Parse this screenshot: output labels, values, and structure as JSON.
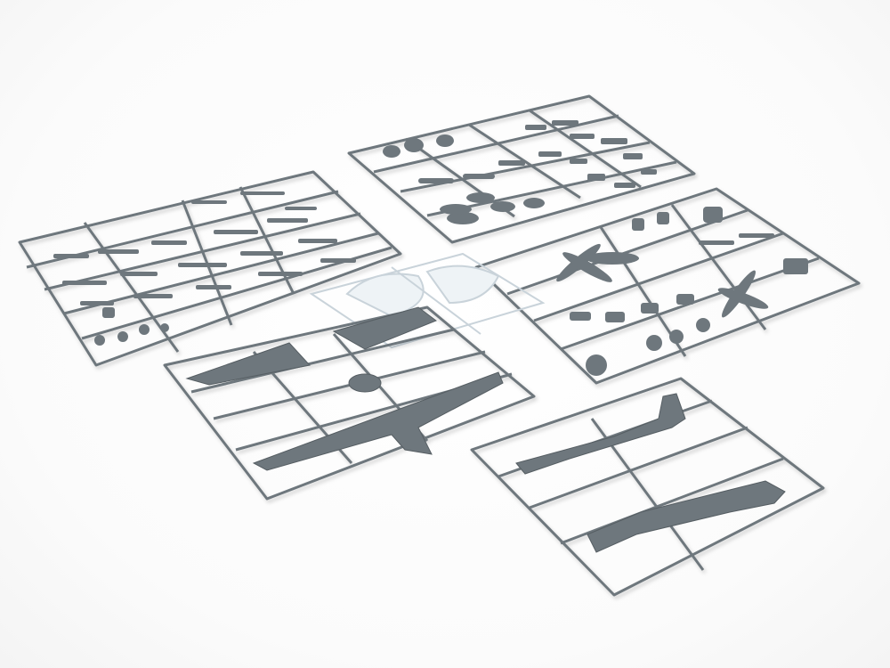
{
  "scene": {
    "background": "#ffffff",
    "plastic_color": "#6e777d",
    "plastic_dark": "#565e63",
    "clear_parts_color": "#d9e3ea",
    "sprue_frames": [
      {
        "id": "frame-top-right-small-parts"
      },
      {
        "id": "frame-left-small-parts"
      },
      {
        "id": "frame-right-propellers"
      },
      {
        "id": "frame-center-wings"
      },
      {
        "id": "frame-bottom-right-fuselage"
      }
    ],
    "clear_sprue": {
      "id": "clear-canopy-sprue"
    }
  }
}
